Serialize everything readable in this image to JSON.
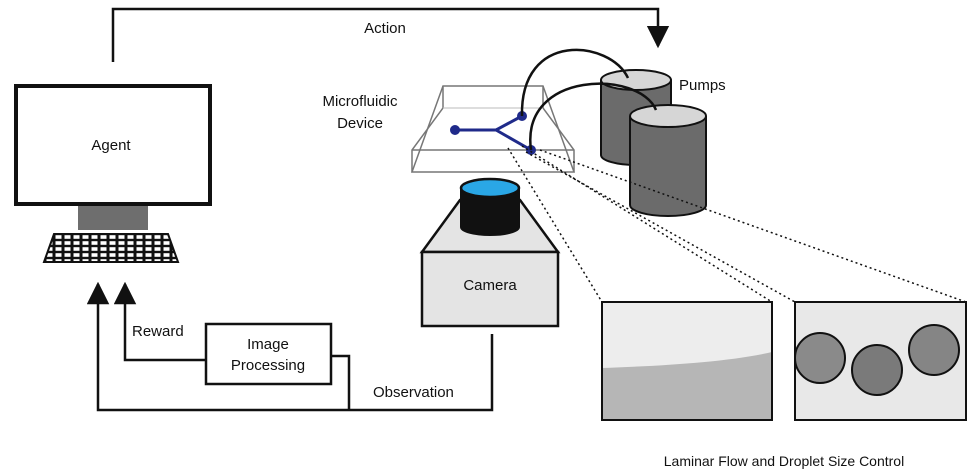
{
  "labels": {
    "action": "Action",
    "agent": "Agent",
    "microfluidic_line1": "Microfluidic",
    "microfluidic_line2": "Device",
    "pumps": "Pumps",
    "camera": "Camera",
    "reward": "Reward",
    "image_processing_line1": "Image",
    "image_processing_line2": "Processing",
    "observation": "Observation",
    "caption": "Laminar Flow and Droplet Size Control"
  },
  "colors": {
    "line": "#111111",
    "pump_body": "#6b6b6b",
    "pump_top": "#d6d6d6",
    "channel": "#1f2a8a",
    "lens_blue": "#2aa7e6",
    "camera_box": "#e4e4e4",
    "monitor_stand": "#6e6e6e"
  }
}
